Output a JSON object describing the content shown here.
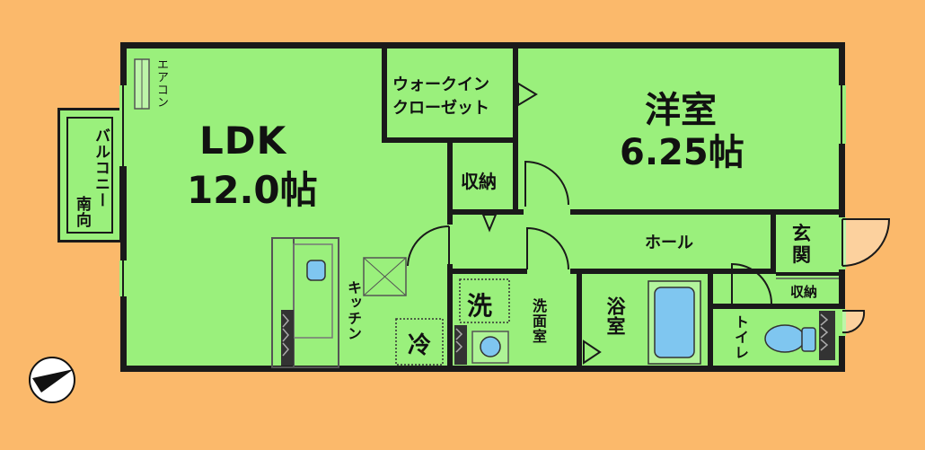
{
  "colors": {
    "background": "#fbb96b",
    "floor": "#9af07c",
    "wall": "#1a1a1a",
    "fixture": "#7fc6f0"
  },
  "rooms": {
    "ldk": {
      "name": "LDK",
      "size": "12.0帖"
    },
    "western_room": {
      "name": "洋室",
      "size": "6.25帖"
    },
    "walk_in_closet": {
      "line1": "ウォークイン",
      "line2": "クローゼット"
    },
    "storage": "収納",
    "hall": "ホール",
    "entrance": "玄関",
    "entrance_storage": "収納",
    "washroom": "洗面室",
    "washer": "洗",
    "bathroom": "浴室",
    "toilet": "トイレ",
    "kitchen": "キッチン",
    "fridge": "冷",
    "aircon": "エアコン",
    "balcony": "バルコニー",
    "balcony_direction": "南向"
  },
  "compass": {
    "icon": "north-arrow-icon"
  }
}
